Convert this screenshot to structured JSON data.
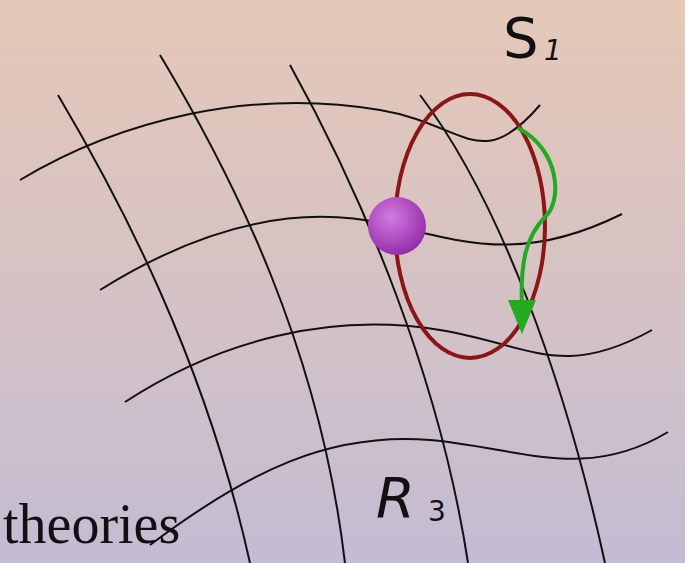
{
  "diagram": {
    "labels": [
      "S",
      "1",
      "R",
      "3",
      "theories"
    ]
  }
}
